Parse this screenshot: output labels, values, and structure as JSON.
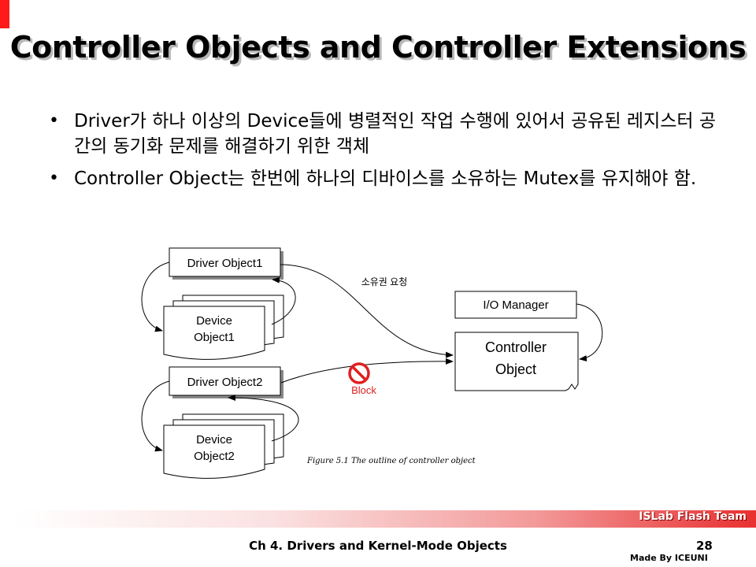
{
  "slide": {
    "title": "Controller Objects and Controller Extensions",
    "bullets": [
      {
        "marker": "•",
        "text": "Driver가 하나 이상의 Device들에 병렬적인 작업 수행에 있어서 공유된 레지스터 공간의 동기화 문제를 해결하기 위한 객체"
      },
      {
        "marker": "•",
        "text": "Controller Object는 한번에 하나의 디바이스를 소유하는 Mutex를 유지해야 함."
      }
    ]
  },
  "figure": {
    "driver1": "Driver Object1",
    "device1_line1": "Device",
    "device1_line2": "Object1",
    "driver2": "Driver Object2",
    "device2_line1": "Device",
    "device2_line2": "Object2",
    "request_label": "소유권 요청",
    "io_manager": "I/O Manager",
    "controller_line1": "Controller",
    "controller_line2": "Object",
    "block_label": "Block",
    "caption": "Figure 5.1 The outline of controller object",
    "block_icon": "prohibited-icon",
    "block_color": "#e02020"
  },
  "footer": {
    "team": "ISLab Flash Team",
    "chapter": "Ch 4. Drivers and Kernel-Mode Objects",
    "page": "28",
    "made_by": "Made By ICEUNI"
  },
  "colors": {
    "accent_red": "#ff1a1a"
  }
}
